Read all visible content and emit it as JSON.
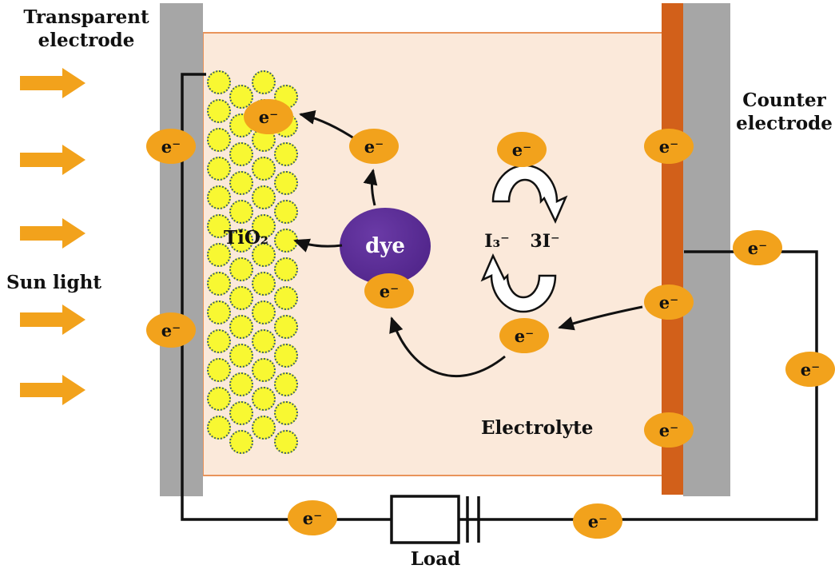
{
  "diagram": {
    "labels": {
      "transparent_electrode": "Transparent\nelectrode",
      "sun_light": "Sun light",
      "counter_electrode": "Counter\nelectrode",
      "tio2": "TiO₂",
      "dye": "dye",
      "electrolyte": "Electrolyte",
      "load": "Load",
      "triiodide": "I₃⁻",
      "iodide": "3I⁻",
      "electron": "e⁻"
    },
    "colors": {
      "electron_fill": "#F2A21C",
      "sun_arrow": "#F2A21C",
      "electrode_gray": "#A6A6A6",
      "counter_layer_orange": "#D2601A",
      "electrolyte_bg": "#FBE9DA",
      "cell_border": "#E9945B",
      "dye_purple": "#53278D",
      "tio2_yellow": "#F8F832",
      "wire_black": "#111111"
    }
  }
}
